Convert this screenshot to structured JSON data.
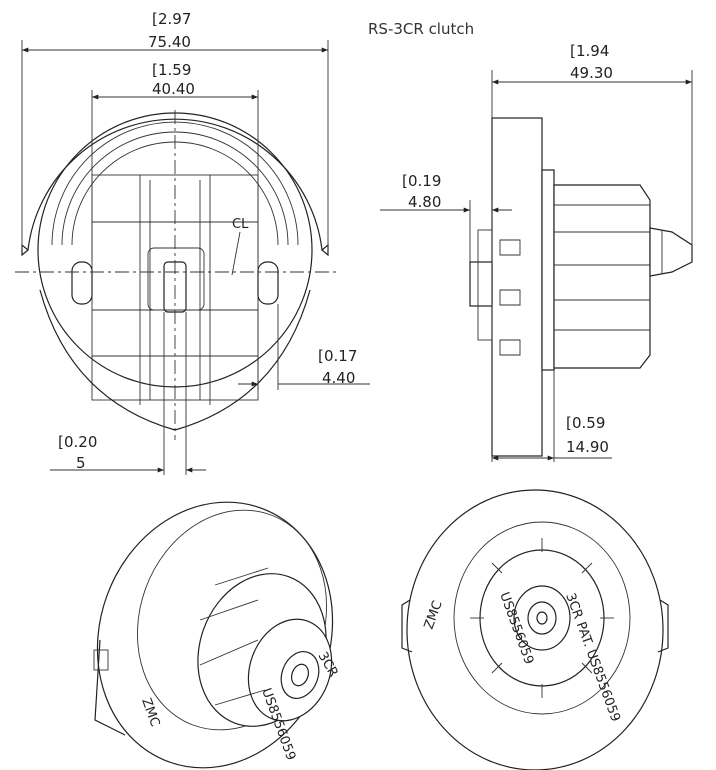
{
  "title": "RS-3CR clutch",
  "centerline_symbol": "CL",
  "dimensions": {
    "overall_width": {
      "inch": "2.97",
      "mm": "75.40"
    },
    "slot_spacing": {
      "inch": "1.59",
      "mm": "40.40"
    },
    "slot_width": {
      "inch": "0.17",
      "mm": "4.40"
    },
    "tab_width": {
      "inch": "0.20",
      "mm": "5"
    },
    "side_length": {
      "inch": "1.94",
      "mm": "49.30"
    },
    "flange_offset": {
      "inch": "0.19",
      "mm": "4.80"
    },
    "hub_length": {
      "inch": "0.59",
      "mm": "14.90"
    }
  },
  "part_markings": {
    "brand": "ZMC",
    "model": "3CR",
    "patent": "PAT. US8556059",
    "patent_short": "US8556059"
  }
}
